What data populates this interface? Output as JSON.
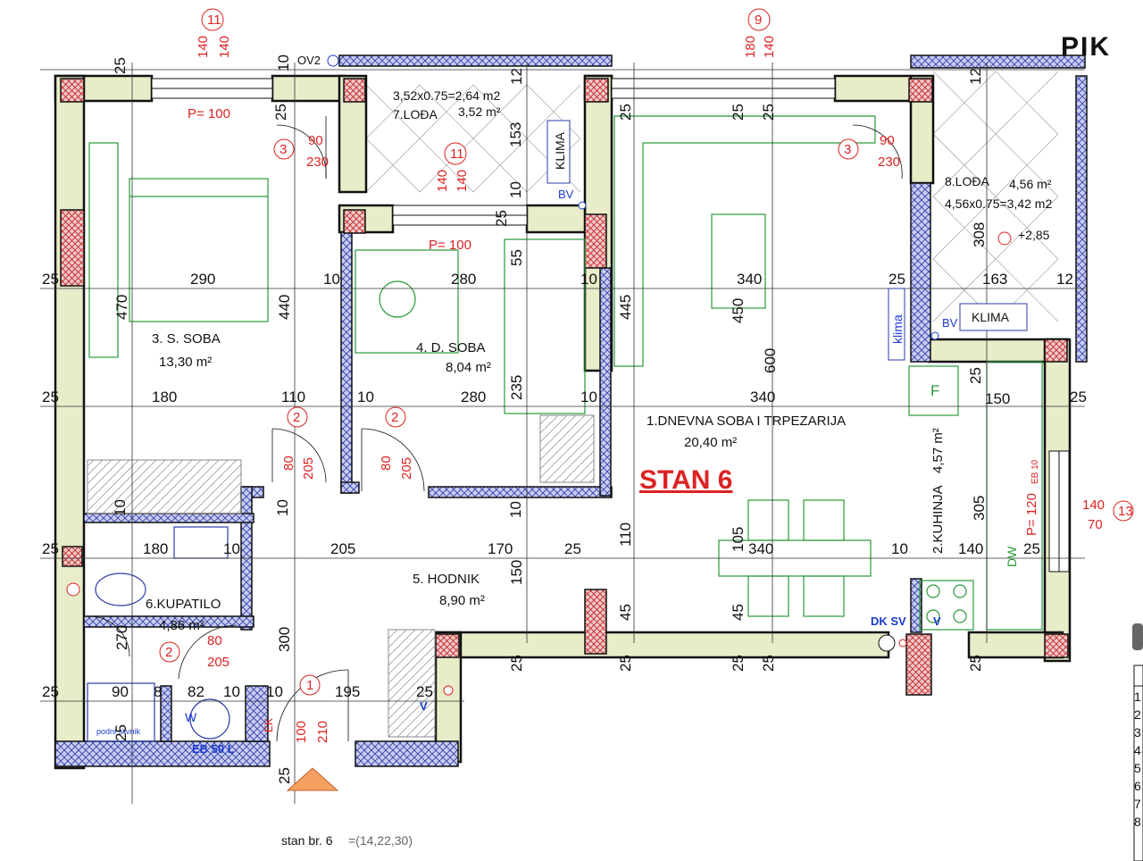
{
  "logo": "PIK",
  "title": "STAN 6",
  "entrance": {
    "label": "stan br. 6",
    "value": "=(14,22,30)"
  },
  "rooms": {
    "r1": {
      "name": "1.DNEVNA SOBA I TRPEZARIJA",
      "area": "20,40 m²"
    },
    "r2": {
      "name": "2.KUHINJA",
      "area": "4,57 m²"
    },
    "r3": {
      "name": "3. S. SOBA",
      "area": "13,30 m²"
    },
    "r4": {
      "name": "4. D. SOBA",
      "area": "8,04 m²"
    },
    "r5": {
      "name": "5. HODNIK",
      "area": "8,90 m²"
    },
    "r6": {
      "name": "6.KUPATILO",
      "area": "4,86 m²"
    },
    "r7": {
      "name": "7.LOĐA",
      "area": "3,52 m²",
      "calc": "3,52x0.75=2,64 m2"
    },
    "r8": {
      "name": "8.LOĐA",
      "area": "4,56 m²",
      "calc": "4,56x0.75=3,42 m2"
    }
  },
  "labels": {
    "ov2": "OV2",
    "klima": "KLIMA",
    "klima_small": "klima",
    "bv": "BV",
    "dksv": "DK SV",
    "v": "V",
    "f": "F",
    "dw": "DW",
    "w": "W",
    "eb50": "EB 50 L",
    "eb10": "EB 10",
    "ek": "EK",
    "podni": "podni slivnik",
    "level": "+2,85",
    "p100": "P= 100",
    "p120": "P= 120"
  },
  "markers": {
    "m11": "11",
    "m9": "9",
    "m3": "3",
    "m2": "2",
    "m1": "1",
    "m13": "13"
  },
  "dims": {
    "d25": "25",
    "d10": "10",
    "d12": "12",
    "d140": "140",
    "d180": "180",
    "d90": "90",
    "d230": "230",
    "d153": "153",
    "d290": "290",
    "d280": "280",
    "d340": "340",
    "d163": "163",
    "d470": "470",
    "d440": "440",
    "d445": "445",
    "d450": "450",
    "d55": "55",
    "d308": "308",
    "d110": "110",
    "d150": "150",
    "d235": "235",
    "d600": "600",
    "d80": "80",
    "d205": "205",
    "d170": "170",
    "d105": "105",
    "d45": "45",
    "d270": "270",
    "d300": "300",
    "d82": "82",
    "d8": "8",
    "d195": "195",
    "d100": "100",
    "d210": "210",
    "d305": "305",
    "d70": "70"
  },
  "legend_rows": [
    "1",
    "2",
    "3",
    "4",
    "5",
    "6",
    "7",
    "8"
  ]
}
